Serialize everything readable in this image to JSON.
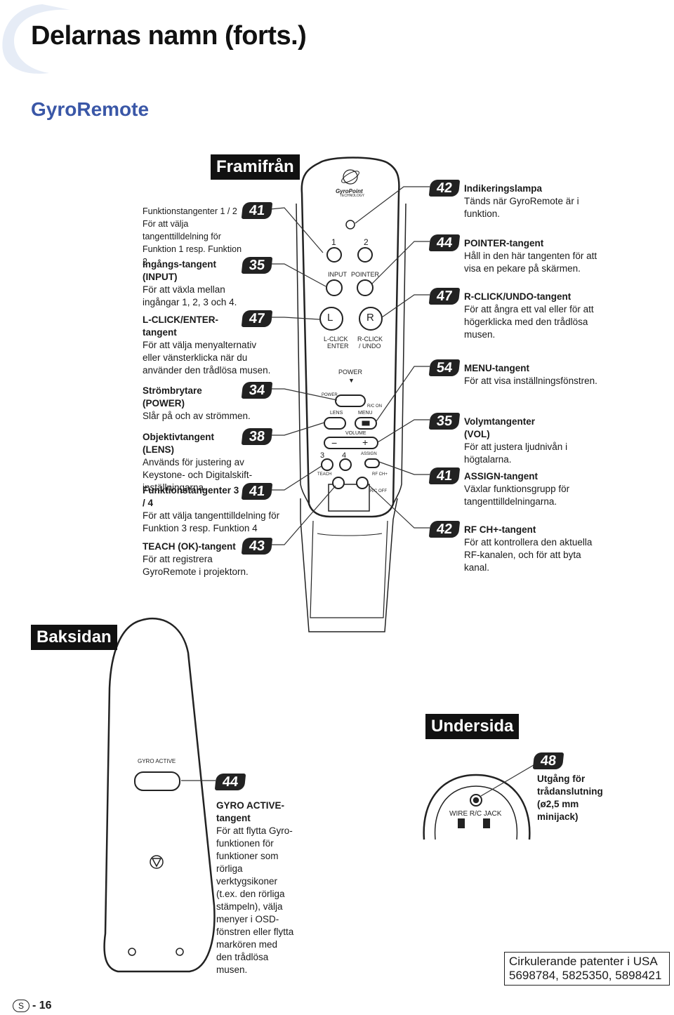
{
  "header": {
    "title": "Delarnas namn (forts.)",
    "subtitle": "GyroRemote"
  },
  "sections": {
    "front": "Framifrån",
    "back": "Baksidan",
    "bottom": "Undersida"
  },
  "left_callouts": [
    {
      "badge": "41",
      "bold": "Funktionstangenter 1 / 2",
      "text": "För att välja tangenttilldelning för Funktion 1 resp. Funktion 2"
    },
    {
      "badge": "35",
      "bold": "Ingångs-tangent (INPUT)",
      "text": "För att växla mellan ingångar 1, 2, 3 och 4."
    },
    {
      "badge": "47",
      "bold": "L-CLICK/ENTER-tangent",
      "text": "För att välja menyalternativ eller vänsterklicka när du använder den trådlösa musen."
    },
    {
      "badge": "34",
      "bold": "Strömbrytare (POWER)",
      "text": "Slår på och av strömmen."
    },
    {
      "badge": "38",
      "bold": "Objektivtangent (LENS)",
      "text": "Används för justering av Keystone- och Digitalskift-inställningarna."
    },
    {
      "badge": "41",
      "bold": "Funktionstangenter 3 / 4",
      "text": "För att välja tangenttilldelning för Funktion 3 resp. Funktion 4"
    },
    {
      "badge": "43",
      "bold": "TEACH (OK)-tangent",
      "text": "För att registrera GyroRemote i projektorn."
    }
  ],
  "right_callouts": [
    {
      "badge": "42",
      "bold": "Indikeringslampa",
      "text": "Tänds när GyroRemote är i funktion."
    },
    {
      "badge": "44",
      "bold": "POINTER-tangent",
      "text": "Håll in den här tangenten för att visa en pekare på skärmen."
    },
    {
      "badge": "47",
      "bold": "R-CLICK/UNDO-tangent",
      "text": "För att ångra ett val eller för att högerklicka med den trådlösa musen."
    },
    {
      "badge": "54",
      "bold": "MENU-tangent",
      "text": "För att visa inställningsfönstren."
    },
    {
      "badge": "35",
      "bold": "Volymtangenter (VOL)",
      "text": "För att justera ljudnivån i högtalarna."
    },
    {
      "badge": "41",
      "bold": "ASSIGN-tangent",
      "text": "Växlar funktionsgrupp för tangenttilldelningarna."
    },
    {
      "badge": "42",
      "bold": "RF CH+-tangent",
      "text": "För att kontrollera den aktuella RF-kanalen, och för att byta kanal."
    }
  ],
  "back_callout": {
    "badge": "44",
    "bold": "GYRO ACTIVE-tangent",
    "text": "För att flytta Gyro-funktionen för funktioner som rörliga verktygsikoner (t.ex. den rörliga stämpeln), välja menyer i OSD-fönstren eller flytta markören med den trådlösa musen."
  },
  "bottom_callout": {
    "badge": "48",
    "bold": "Utgång för trådanslutning (ø2,5 mm minijack)"
  },
  "remote_labels": {
    "brand": "GyroPoint",
    "brand_sub": "TECHNOLOGY",
    "k1": "1",
    "k2": "2",
    "input": "INPUT",
    "pointer": "POINTER",
    "l": "L",
    "r": "R",
    "lclick": "L-CLICK",
    "enter": "ENTER",
    "rclick": "R-CLICK",
    "undo": "/ UNDO",
    "power": "POWER",
    "power_small": "POWER",
    "rc_on": "R/C ON",
    "lens": "LENS",
    "menu": "MENU",
    "volume": "VOLUME",
    "k3": "3",
    "k4": "4",
    "assign": "ASSIGN",
    "teach": "TEACH",
    "rf_ch": "RF CH+",
    "rc_off": "R/C OFF",
    "gyro_active": "GYRO ACTIVE",
    "wire_jack": "WIRE R/C JACK"
  },
  "patent": {
    "line1": "Cirkulerande patenter i USA",
    "line2": "5698784, 5825350, 5898421"
  },
  "page_number": {
    "prefix": "S",
    "number": "- 16"
  }
}
